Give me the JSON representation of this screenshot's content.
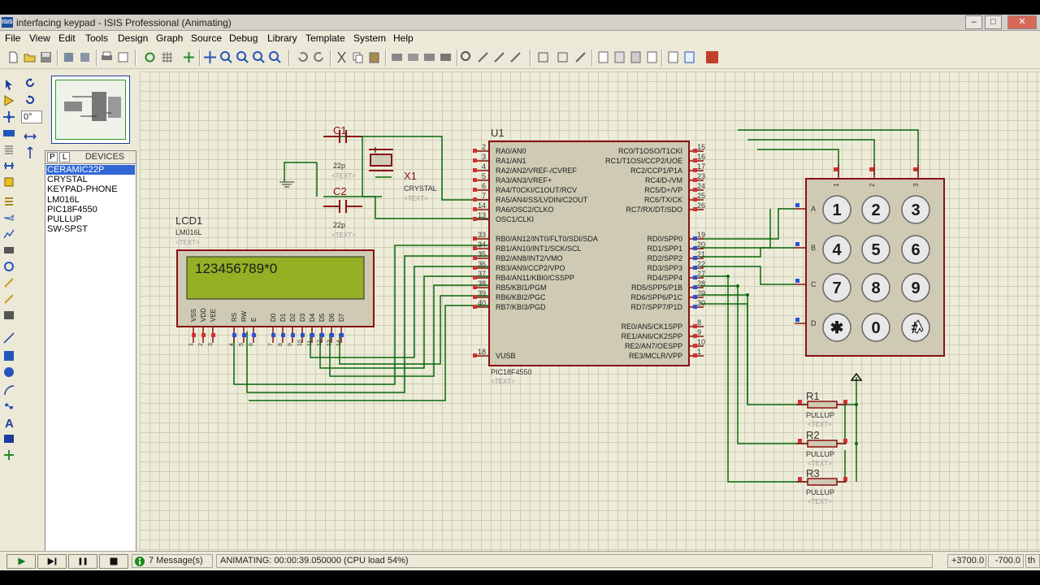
{
  "window": {
    "title": "interfacing keypad - ISIS Professional (Animating)",
    "app_icon": "ISIS"
  },
  "window_controls": {
    "minimize": "–",
    "maximize": "□",
    "close": "✕"
  },
  "menu": [
    "File",
    "View",
    "Edit",
    "Tools",
    "Design",
    "Graph",
    "Source",
    "Debug",
    "Library",
    "Template",
    "System",
    "Help"
  ],
  "rotation": {
    "angle": "0°"
  },
  "devices": {
    "tab_p": "P",
    "tab_l": "L",
    "header": "DEVICES",
    "items": [
      "CERAMIC22P",
      "CRYSTAL",
      "KEYPAD-PHONE",
      "LM016L",
      "PIC18F4550",
      "PULLUP",
      "SW-SPST"
    ],
    "selected_index": 0
  },
  "schematic": {
    "c1": {
      "ref": "C1",
      "value": "22p",
      "text": "<TEXT>"
    },
    "c2": {
      "ref": "C2",
      "value": "22p",
      "text": "<TEXT>"
    },
    "x1": {
      "ref": "X1",
      "value": "CRYSTAL",
      "text": "<TEXT>"
    },
    "u1": {
      "ref": "U1",
      "value": "PIC18F4550",
      "text": "<TEXT>",
      "left_pins": [
        {
          "num": "2",
          "name": "RA0/AN0"
        },
        {
          "num": "3",
          "name": "RA1/AN1"
        },
        {
          "num": "4",
          "name": "RA2/AN2/VREF-/CVREF"
        },
        {
          "num": "5",
          "name": "RA3/AN3/VREF+"
        },
        {
          "num": "6",
          "name": "RA4/T0CKI/C1OUT/RCV"
        },
        {
          "num": "7",
          "name": "RA5/AN4/SS/LVDIN/C2OUT"
        },
        {
          "num": "14",
          "name": "RA6/OSC2/CLKO"
        },
        {
          "num": "13",
          "name": "OSC1/CLKI"
        },
        {
          "num": "33",
          "name": "RB0/AN12/INT0/FLT0/SDI/SDA"
        },
        {
          "num": "34",
          "name": "RB1/AN10/INT1/SCK/SCL"
        },
        {
          "num": "35",
          "name": "RB2/AN8/INT2/VMO"
        },
        {
          "num": "36",
          "name": "RB3/AN9/CCP2/VPO"
        },
        {
          "num": "37",
          "name": "RB4/AN11/KBI0/CSSPP"
        },
        {
          "num": "38",
          "name": "RB5/KBI1/PGM"
        },
        {
          "num": "39",
          "name": "RB6/KBI2/PGC"
        },
        {
          "num": "40",
          "name": "RB7/KBI3/PGD"
        },
        {
          "num": "18",
          "name": "VUSB"
        }
      ],
      "right_pins": [
        {
          "num": "15",
          "name": "RC0/T1OSO/T1CKI"
        },
        {
          "num": "16",
          "name": "RC1/T1OSI/CCP2/UOE"
        },
        {
          "num": "17",
          "name": "RC2/CCP1/P1A"
        },
        {
          "num": "23",
          "name": "RC4/D-/VM"
        },
        {
          "num": "24",
          "name": "RC5/D+/VP"
        },
        {
          "num": "25",
          "name": "RC6/TX/CK"
        },
        {
          "num": "26",
          "name": "RC7/RX/DT/SDO"
        },
        {
          "num": "19",
          "name": "RD0/SPP0"
        },
        {
          "num": "20",
          "name": "RD1/SPP1"
        },
        {
          "num": "21",
          "name": "RD2/SPP2"
        },
        {
          "num": "22",
          "name": "RD3/SPP3"
        },
        {
          "num": "27",
          "name": "RD4/SPP4"
        },
        {
          "num": "28",
          "name": "RD5/SPP5/P1B"
        },
        {
          "num": "29",
          "name": "RD6/SPP6/P1C"
        },
        {
          "num": "30",
          "name": "RD7/SPP7/P1D"
        },
        {
          "num": "8",
          "name": "RE0/AN5/CK1SPP"
        },
        {
          "num": "9",
          "name": "RE1/AN6/CK2SPP"
        },
        {
          "num": "10",
          "name": "RE2/AN7/OESPP"
        },
        {
          "num": "1",
          "name": "RE3/MCLR/VPP"
        }
      ]
    },
    "lcd1": {
      "ref": "LCD1",
      "value": "LM016L",
      "text": "<TEXT>",
      "display": "123456789*0",
      "pin_labels": [
        "VSS",
        "VDD",
        "VEE",
        "RS",
        "RW",
        "E",
        "D0",
        "D1",
        "D2",
        "D3",
        "D4",
        "D5",
        "D6",
        "D7"
      ],
      "pin_nums": [
        "1",
        "2",
        "3",
        "4",
        "5",
        "6",
        "7",
        "8",
        "9",
        "10",
        "11",
        "12",
        "13",
        "14"
      ]
    },
    "keypad": {
      "cols": [
        "1",
        "2",
        "3"
      ],
      "rows": [
        "A",
        "B",
        "C",
        "D"
      ],
      "keys": [
        "1",
        "2",
        "3",
        "4",
        "5",
        "6",
        "7",
        "8",
        "9",
        "✱",
        "0",
        "#"
      ]
    },
    "resistors": [
      {
        "ref": "R1",
        "value": "PULLUP",
        "text": "<TEXT>"
      },
      {
        "ref": "R2",
        "value": "PULLUP",
        "text": "<TEXT>"
      },
      {
        "ref": "R3",
        "value": "PULLUP",
        "text": "<TEXT>"
      }
    ]
  },
  "status": {
    "messages": "7 Message(s)",
    "animating": "ANIMATING: 00:00:39.050000 (CPU load 54%)",
    "coord_x": "+3700.0",
    "coord_y": "-700.0",
    "units": "th"
  }
}
